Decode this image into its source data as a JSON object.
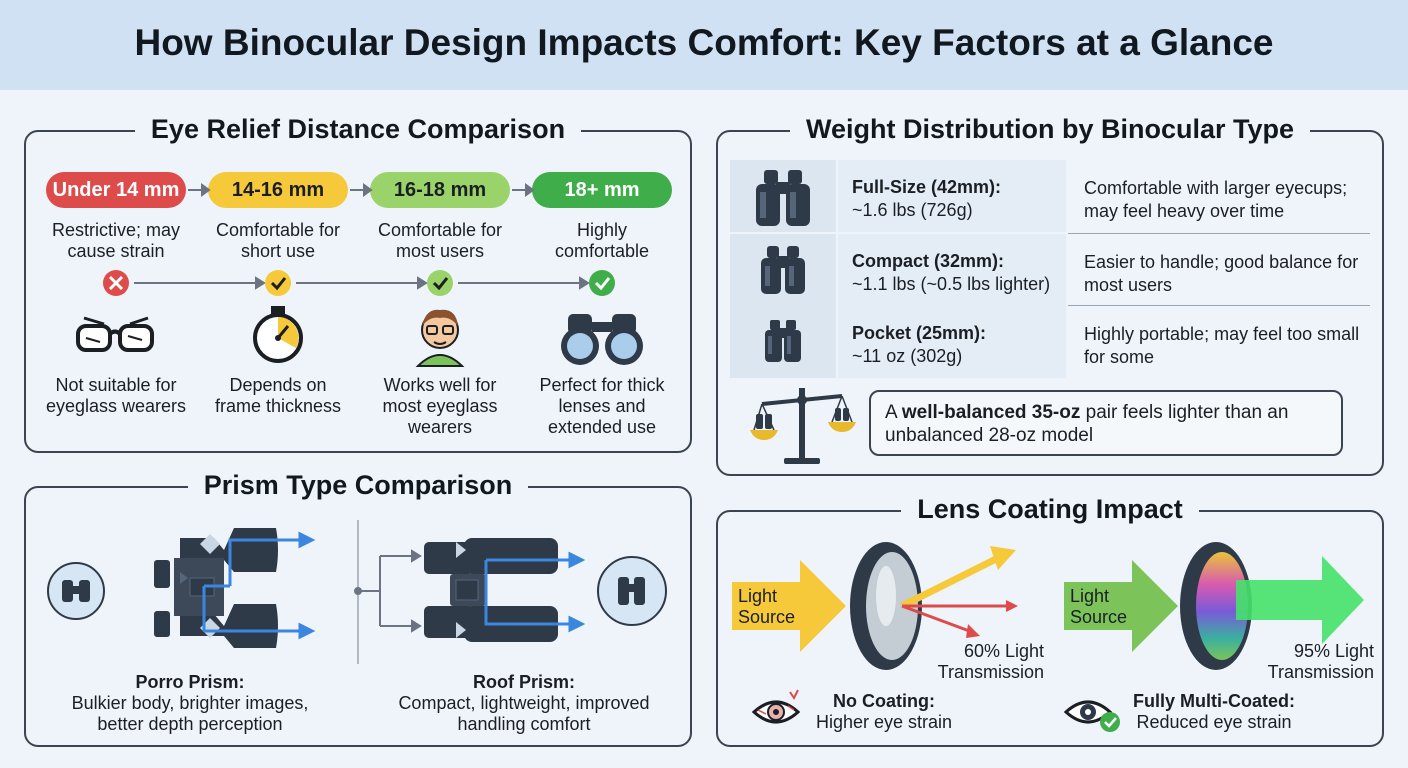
{
  "title": "How Binocular Design Impacts Comfort: Key Factors at a Glance",
  "eye_relief": {
    "title": "Eye Relief Distance Comparison",
    "stages": [
      {
        "label": "Under 14 mm",
        "desc": "Restrictive; may cause strain",
        "result": "Not suitable for eyeglass wearers",
        "color": "#dd4b4b",
        "status": "cross-icon",
        "icon": "eyeglasses-icon"
      },
      {
        "label": "14-16 mm",
        "desc": "Comfortable for short use",
        "result": "Depends on frame thickness",
        "color": "#f6c93a",
        "status": "check-icon",
        "icon": "stopwatch-icon"
      },
      {
        "label": "16-18 mm",
        "desc": "Comfortable for most users",
        "result": "Works well for most eyeglass wearers",
        "color": "#9ad36a",
        "status": "check-icon",
        "icon": "person-with-glasses-icon"
      },
      {
        "label": "18+ mm",
        "desc": "Highly comfortable",
        "result": "Perfect for thick lenses and extended use",
        "color": "#3fae4a",
        "status": "check-icon",
        "icon": "binoculars-icon"
      }
    ]
  },
  "weight": {
    "title": "Weight Distribution by Binocular Type",
    "rows": [
      {
        "name": "Full-Size (42mm):",
        "value": "~1.6 lbs (726g)",
        "note": "Comfortable with larger eyecups; may feel heavy over time"
      },
      {
        "name": "Compact (32mm):",
        "value": "~1.1 lbs (~0.5 lbs lighter)",
        "note": "Easier to handle; good balance for most users"
      },
      {
        "name": "Pocket (25mm):",
        "value": "~11 oz (302g)",
        "note": "Highly portable; may feel too small for some"
      }
    ],
    "callout_prefix": "A ",
    "callout_bold": "well-balanced 35-oz",
    "callout_rest": " pair feels lighter than an unbalanced 28-oz model"
  },
  "prism": {
    "title": "Prism Type Comparison",
    "porro_name": "Porro Prism:",
    "porro_desc": "Bulkier body, brighter images, better depth perception",
    "roof_name": "Roof Prism:",
    "roof_desc": "Compact, lightweight, improved handling comfort"
  },
  "coating": {
    "title": "Lens Coating Impact",
    "left_source": "Light Source",
    "left_transmission": "60% Light Transmission",
    "left_name": "No Coating:",
    "left_desc": "Higher eye strain",
    "right_source": "Light Source",
    "right_transmission": "95% Light Transmission",
    "right_name": "Fully Multi-Coated:",
    "right_desc": "Reduced eye strain"
  }
}
